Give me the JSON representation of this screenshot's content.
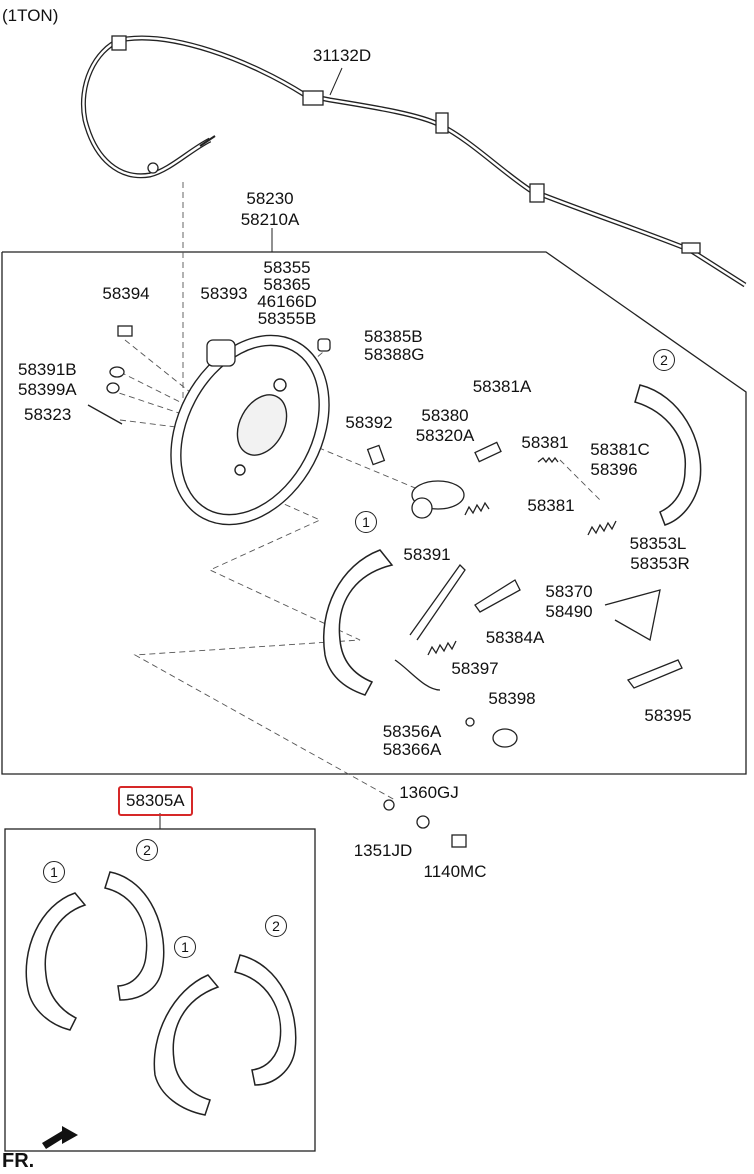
{
  "header": {
    "variant": "(1TON)"
  },
  "footer": {
    "direction_label": "FR."
  },
  "callouts": {
    "cable": "31132D",
    "backing_plate_1": "58230",
    "backing_plate_2": "58210A",
    "bolt": "58394",
    "grommet": "58393",
    "pack_1": "58355",
    "pack_2": "58365",
    "pack_3": "46166D",
    "pack_4": "58355B",
    "bleeder_1": "58385B",
    "bleeder_2": "58388G",
    "plug_1": "58391B",
    "plug_2": "58399A",
    "pin": "58323",
    "label_plate": "58392",
    "cyl_1": "58380",
    "cyl_2": "58320A",
    "adjuster_plate": "58381A",
    "spring_upper": "58381",
    "spring_lower": "58381",
    "spring_right_1": "58381C",
    "spring_right_2": "58396",
    "lever_1": "58353L",
    "lever_2": "58353R",
    "strut": "58391",
    "adjuster_1": "58370",
    "adjuster_2": "58490",
    "spring_adj": "58384A",
    "washer": "58397",
    "cap": "58398",
    "lever_sub_1": "58356A",
    "lever_sub_2": "58366A",
    "link": "58395",
    "shoe_kit": "58305A",
    "gasket": "1360GJ",
    "washer_small": "1351JD",
    "flange_bolt": "1140MC"
  },
  "markers": {
    "one": "1",
    "two": "2"
  },
  "colors": {
    "highlight": "#d62828",
    "line": "#1a1a1a",
    "shade": "#c8c8c8"
  }
}
